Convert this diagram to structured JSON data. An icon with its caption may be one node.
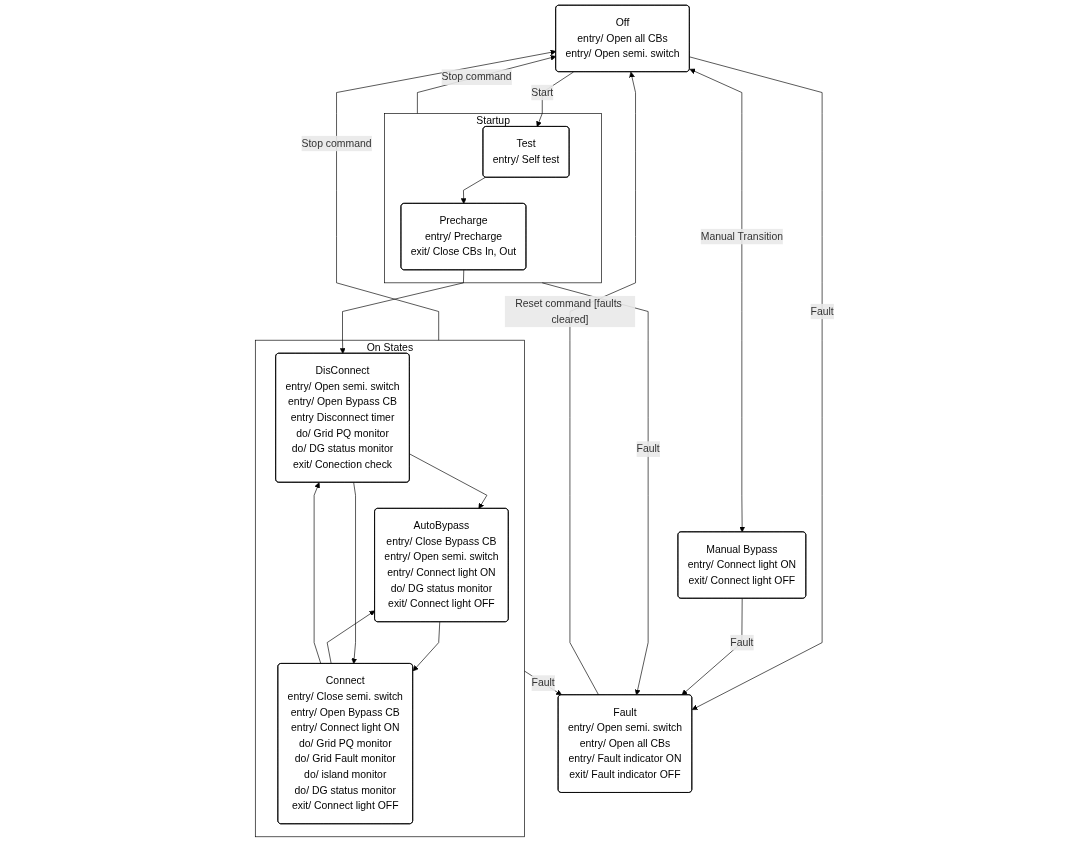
{
  "diagram": {
    "nodes": [
      {
        "text": [
          "Off",
          "entry/ Open all CBs",
          "entry/ Open semi. switch"
        ]
      },
      {
        "text": [
          "Startup"
        ]
      },
      {
        "text": [
          "Test",
          "entry/ Self test"
        ],
        "in": 1
      },
      {
        "text": [
          "Precharge",
          "entry/ Precharge",
          "exit/ Close CBs In, Out"
        ],
        "in": 1
      },
      {
        "text": [
          "On States"
        ]
      },
      {
        "text": [
          "AutoBypass",
          "entry/ Close Bypass CB",
          "entry/ Open semi. switch",
          "entry/ Connect light ON",
          "do/ DG status monitor",
          "exit/ Connect light OFF"
        ],
        "in": 4
      },
      {
        "text": [
          "DisConnect",
          "entry/ Open semi. switch",
          "entry/ Open Bypass CB",
          "entry Disconnect timer",
          "do/ Grid PQ monitor",
          "do/ DG status monitor",
          "exit/ Conection check"
        ],
        "in": 4
      },
      {
        "text": [
          "Connect",
          "entry/ Close semi. switch",
          "entry/ Open Bypass CB",
          "entry/ Connect light ON",
          "do/ Grid PQ monitor",
          "do/ Grid Fault monitor",
          "do/ island monitor",
          "do/ DG status monitor",
          "exit/ Connect light OFF"
        ],
        "in": 4
      },
      {
        "text": [
          "Manual Bypass",
          "entry/ Connect light ON",
          "exit/ Connect light OFF"
        ]
      },
      {
        "text": [
          "Fault",
          "entry/ Open semi. switch",
          "entry/ Open all CBs",
          "entry/ Fault indicator ON",
          "exit/ Fault indicator OFF"
        ]
      }
    ],
    "edges": [
      {
        "from": 4,
        "to": 0,
        "arrow": "to",
        "label": "Stop command"
      },
      {
        "from": 1,
        "to": 0,
        "arrow": "to",
        "label": "Stop command"
      },
      {
        "from": 0,
        "to": 2,
        "arrow": "to",
        "label": "Start"
      },
      {
        "from": 0,
        "to": 8,
        "arrow": "both",
        "label": "Manual Transition"
      },
      {
        "from": 9,
        "to": 0,
        "arrow": "to",
        "label": "Reset command [faults cleared]"
      },
      {
        "from": 0,
        "to": 9,
        "arrow": "to",
        "label": "Fault"
      },
      {
        "from": 2,
        "to": 3,
        "arrow": "to"
      },
      {
        "from": 3,
        "to": 6,
        "arrow": "to"
      },
      {
        "from": 6,
        "to": 5,
        "arrow": "to"
      },
      {
        "from": 7,
        "to": 5,
        "arrow": "to"
      },
      {
        "from": 5,
        "to": 7,
        "arrow": "to"
      },
      {
        "from": 6,
        "to": 7,
        "arrow": "to"
      },
      {
        "from": 7,
        "to": 6,
        "arrow": "to"
      },
      {
        "from": 8,
        "to": 9,
        "arrow": "to",
        "label": "Fault"
      },
      {
        "from": 1,
        "to": 9,
        "arrow": "to",
        "label": "Fault"
      },
      {
        "from": 4,
        "to": 9,
        "arrow": "to",
        "label": "Fault"
      }
    ]
  }
}
